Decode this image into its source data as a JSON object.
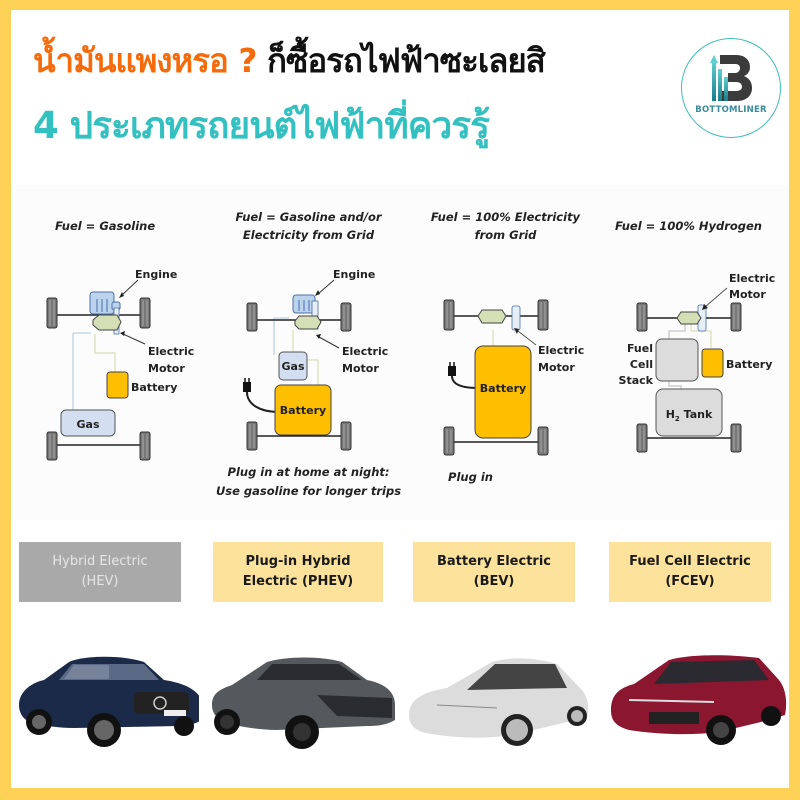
{
  "header": {
    "title_line1_highlight": "น้ำมันแพงหรอ ?",
    "title_line1_rest": "ก็ซื้อรถไฟฟ้าซะเลยสิ",
    "title_line2": "4 ประเภทรถยนต์ไฟฟ้าที่ควรรู้",
    "logo_text": "BOTTOMLINER"
  },
  "colors": {
    "frame_border": "#fdd257",
    "title_highlight": "#f56b0c",
    "title_secondary": "#33c0c0",
    "logo_ring": "#3fbfb7",
    "battery": "#fdbf00",
    "type_box": "#fce29a",
    "type_box_muted": "#a9a9a9"
  },
  "panels": [
    {
      "id": "hev",
      "fuel_label": "Fuel = Gasoline",
      "labels": {
        "engine": "Engine",
        "motor_1": "Electric",
        "motor_2": "Motor",
        "battery": "Battery",
        "gas": "Gas"
      },
      "caption_1": "",
      "caption_2": "",
      "type_label_1": "Hybrid Electric",
      "type_label_2": "(HEV)",
      "car": "Mercedes-Benz sedan (dark blue)"
    },
    {
      "id": "phev",
      "fuel_label_1": "Fuel = Gasoline and/or",
      "fuel_label_2": "Electricity from Grid",
      "labels": {
        "engine": "Engine",
        "motor_1": "Electric",
        "motor_2": "Motor",
        "battery": "Battery",
        "gas": "Gas"
      },
      "caption_1": "Plug in at home at night:",
      "caption_2": "Use gasoline for longer trips",
      "type_label_1": "Plug-in Hybrid",
      "type_label_2": "Electric (PHEV)",
      "car": "Toyota Camry (grey)"
    },
    {
      "id": "bev",
      "fuel_label_1": "Fuel = 100% Electricity",
      "fuel_label_2": "from Grid",
      "labels": {
        "motor_1": "Electric",
        "motor_2": "Motor",
        "battery": "Battery"
      },
      "caption_1": "Plug in",
      "type_label_1": "Battery Electric",
      "type_label_2": "(BEV)",
      "car": "Tesla Model S (white)"
    },
    {
      "id": "fcev",
      "fuel_label": "Fuel = 100% Hydrogen",
      "labels": {
        "motor_1": "Electric",
        "motor_2": "Motor",
        "battery": "Battery",
        "stack_1": "Fuel",
        "stack_2": "Cell",
        "stack_3": "Stack",
        "tank": "H",
        "tank_sub": "2",
        "tank_rest": " Tank"
      },
      "type_label_1": "Fuel Cell Electric",
      "type_label_2": "(FCEV)",
      "car": "Honda Clarity (red)"
    }
  ]
}
